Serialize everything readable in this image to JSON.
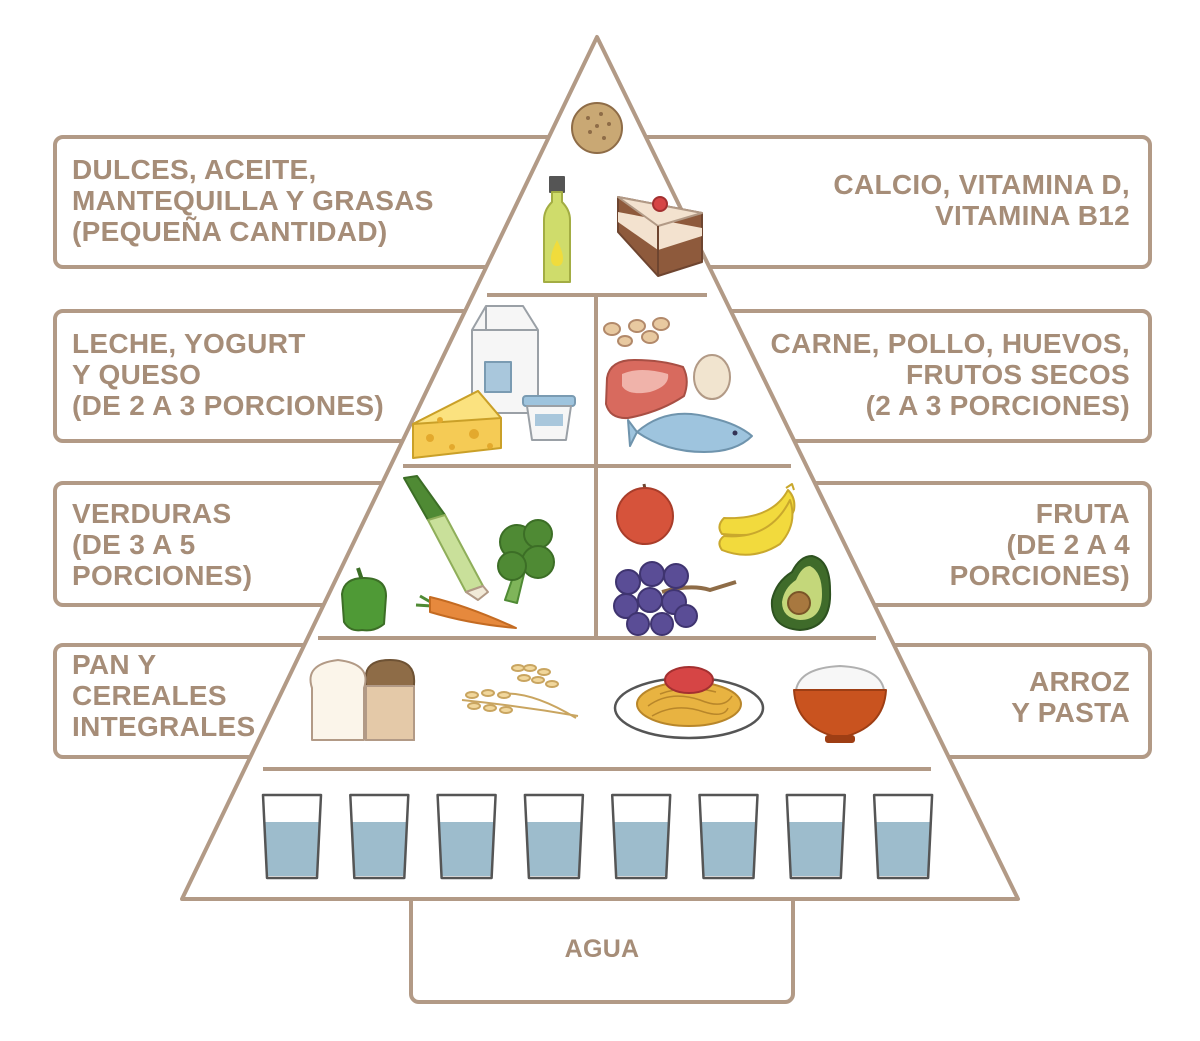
{
  "colors": {
    "outline": "#b29a86",
    "label_text": "#a68d78",
    "water": "#9dbccc",
    "apple": "#d6533b",
    "banana": "#f2da3d",
    "grape": "#5a4d96",
    "broccoli": "#4f8a34",
    "pepper": "#4f9a36",
    "carrot": "#e6893d",
    "oil": "#cfdc6b",
    "cheese": "#f5cb55",
    "meat": "#d86a5e",
    "fish": "#9ec4de",
    "bread_crust": "#8e6c47",
    "rice_bowl": "#c9531f"
  },
  "groups": {
    "dulces": {
      "lines": [
        "DULCES, ACEITE,",
        "MANTEQUILLA Y GRASAS",
        "(PEQUEÑA CANTIDAD)"
      ],
      "icons": [
        "cookie-icon",
        "olive-oil-bottle-icon",
        "cake-slice-icon"
      ]
    },
    "calcio": {
      "lines": [
        "CALCIO, VITAMINA D,",
        "VITAMINA B12"
      ]
    },
    "lacteos": {
      "lines": [
        "LECHE, YOGURT",
        "Y QUESO",
        "(DE 2 A 3 PORCIONES)"
      ],
      "icons": [
        "milk-carton-icon",
        "cheese-icon",
        "yogurt-icon"
      ]
    },
    "proteinas": {
      "lines": [
        "CARNE, POLLO, HUEVOS,",
        "FRUTOS SECOS",
        "(2 A 3 PORCIONES)"
      ],
      "icons": [
        "nuts-icon",
        "steak-icon",
        "egg-icon",
        "fish-icon"
      ]
    },
    "verduras": {
      "lines": [
        "VERDURAS",
        "(DE 3 A 5",
        "PORCIONES)"
      ],
      "icons": [
        "leek-icon",
        "broccoli-icon",
        "bell-pepper-icon",
        "carrot-icon"
      ]
    },
    "fruta": {
      "lines": [
        "FRUTA",
        "(DE 2 A 4",
        "PORCIONES)"
      ],
      "icons": [
        "apple-icon",
        "banana-icon",
        "grapes-icon",
        "avocado-icon"
      ]
    },
    "pan": {
      "lines": [
        "PAN Y",
        "CEREALES",
        "INTEGRALES"
      ],
      "icons": [
        "bread-icon",
        "wheat-icon"
      ]
    },
    "arroz": {
      "lines": [
        "ARROZ",
        "Y PASTA"
      ],
      "icons": [
        "spaghetti-plate-icon",
        "rice-bowl-icon"
      ]
    },
    "agua": {
      "label": "AGUA",
      "glass_count": 8,
      "icon": "water-glass-icon"
    }
  }
}
